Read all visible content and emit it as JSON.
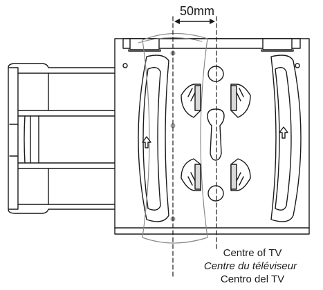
{
  "dimension": {
    "label": "50mm"
  },
  "captions": {
    "line1": "Centre of TV",
    "line2": "Centre du téléviseur",
    "line3": "Centro del TV"
  },
  "icons": {
    "arrow_left": "up-arrow-icon",
    "arrow_right": "up-arrow-icon"
  },
  "colors": {
    "stroke": "#1a1a1a",
    "fill": "#ffffff",
    "shade": "#d9d9d9",
    "dot": "#9a9a9a"
  }
}
